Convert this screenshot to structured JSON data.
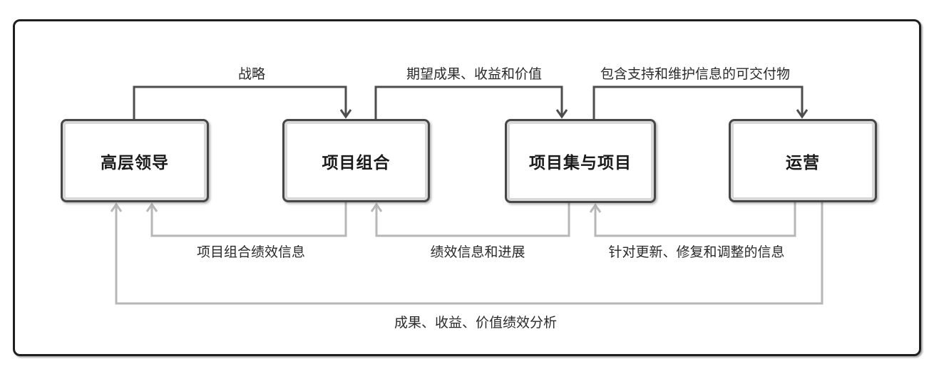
{
  "diagram": {
    "boxes": [
      {
        "id": "senior-leadership",
        "label": "高层领导"
      },
      {
        "id": "portfolio",
        "label": "项目组合"
      },
      {
        "id": "programs-projects",
        "label": "项目集与项目"
      },
      {
        "id": "operations",
        "label": "运营"
      }
    ],
    "forward_flows": [
      {
        "from": "高层领导",
        "to": "项目组合",
        "label": "战略"
      },
      {
        "from": "项目组合",
        "to": "项目集与项目",
        "label": "期望成果、收益和价值"
      },
      {
        "from": "项目集与项目",
        "to": "运营",
        "label": "包含支持和维护信息的可交付物"
      }
    ],
    "feedback_flows": [
      {
        "from": "项目组合",
        "to": "高层领导",
        "label": "项目组合绩效信息"
      },
      {
        "from": "项目集与项目",
        "to": "项目组合",
        "label": "绩效信息和进展"
      },
      {
        "from": "运营",
        "to": "项目集与项目",
        "label": "针对更新、修复和调整的信息"
      },
      {
        "from": "运营",
        "to": "高层领导",
        "label": "成果、收益、价值绩效分析"
      }
    ],
    "colors": {
      "forward_arrow": "#4d4d4d",
      "feedback_arrow": "#b7b7b7",
      "box_border": "#474747",
      "box_inner_highlight": "#d9d9d9",
      "frame_border": "#1f1f1f",
      "text": "#1a1a1a",
      "background": "#ffffff"
    }
  }
}
